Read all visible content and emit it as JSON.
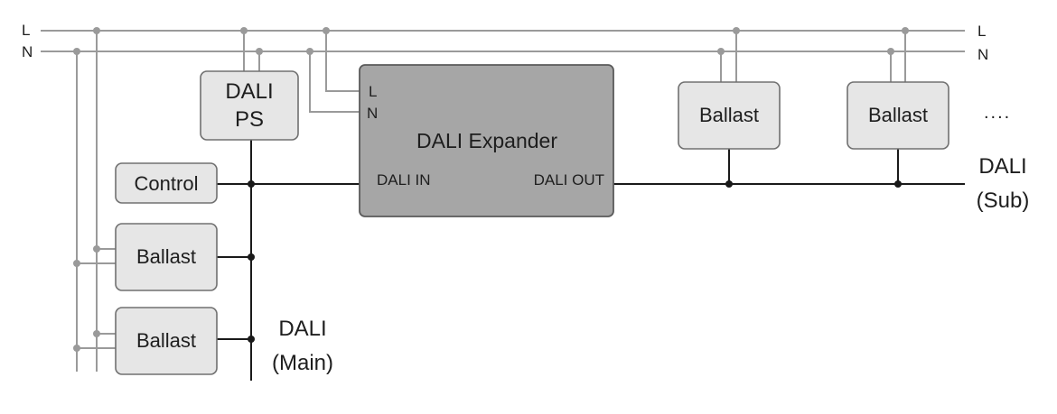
{
  "rails": {
    "l_label_left": "L",
    "n_label_left": "N",
    "l_label_right": "L",
    "n_label_right": "N"
  },
  "psu": {
    "line1": "DALI",
    "line2": "PS"
  },
  "control": {
    "label": "Control"
  },
  "ballasts_main": [
    {
      "label": "Ballast"
    },
    {
      "label": "Ballast"
    }
  ],
  "expander": {
    "title": "DALI Expander",
    "pin_l": "L",
    "pin_n": "N",
    "dali_in": "DALI IN",
    "dali_out": "DALI OUT"
  },
  "ballasts_sub": [
    {
      "label": "Ballast"
    },
    {
      "label": "Ballast"
    }
  ],
  "ellipsis": "....",
  "bus_main": {
    "line1": "DALI",
    "line2": "(Main)"
  },
  "bus_sub": {
    "line1": "DALI",
    "line2": "(Sub)"
  },
  "colors": {
    "mains_wire": "#9a9a9a",
    "bus_wire": "#1a1a1a",
    "device_fill": "#e6e6e6",
    "expander_fill": "#a6a6a6"
  }
}
